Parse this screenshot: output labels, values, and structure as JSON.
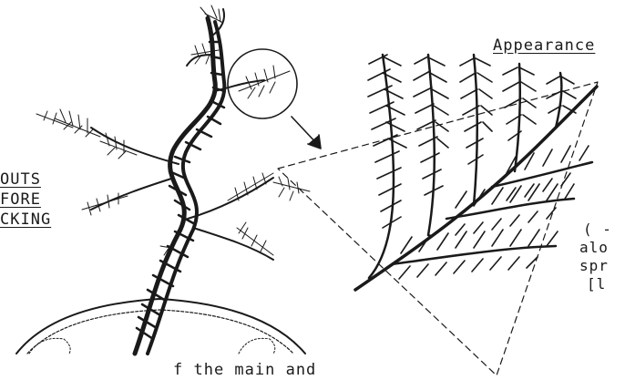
{
  "labels": {
    "appearance": "Appearance",
    "left_label": [
      "OUTS",
      "FORE",
      "CKING"
    ],
    "right_note": [
      "( -",
      "alo",
      "spr",
      "[l"
    ],
    "caption": "f   the main and"
  },
  "colors": {
    "ink": "#1a1a1a",
    "paper": "#ffffff"
  }
}
